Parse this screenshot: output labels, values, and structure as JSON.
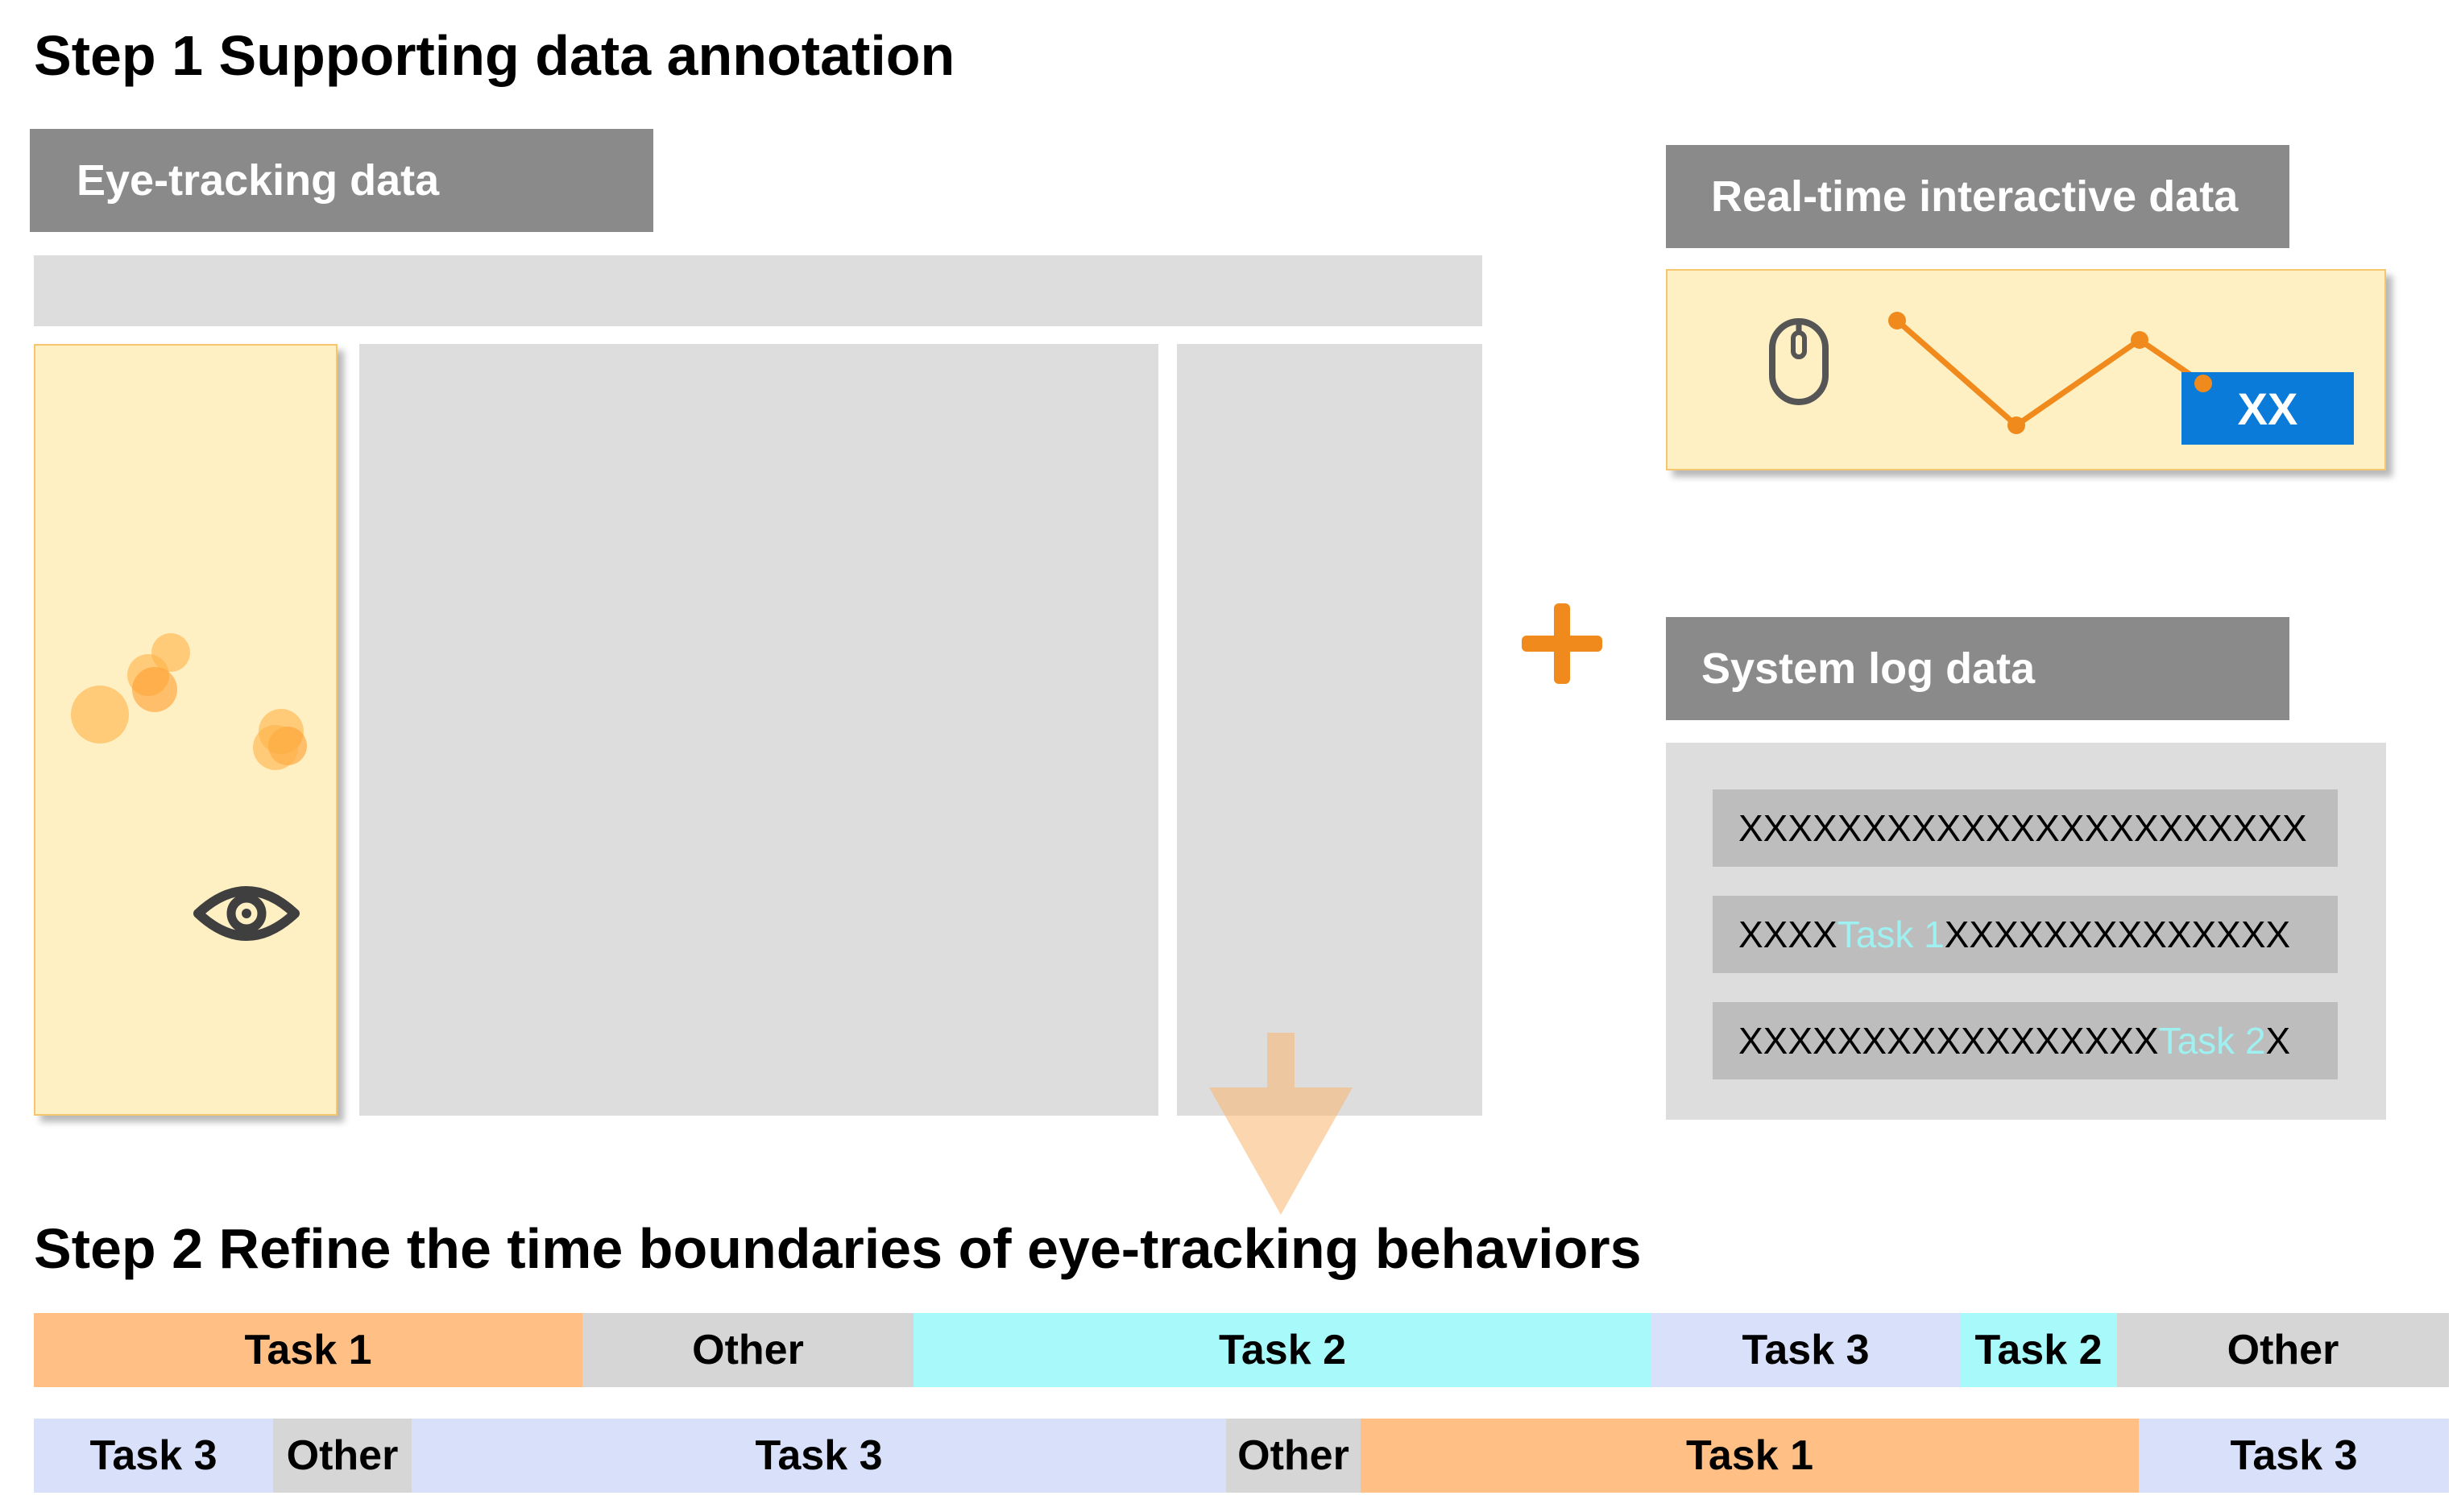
{
  "step1": {
    "title": "Step 1 Supporting data annotation"
  },
  "eye_tracking": {
    "label": "Eye-tracking data",
    "icon": "eye-icon"
  },
  "interactive": {
    "label": "Real-time interactive data",
    "button_label": "XX",
    "icon": "mouse-icon"
  },
  "syslog": {
    "label": "System log data",
    "rows": [
      {
        "pre": "XXXXXXXXXXXXXXXXXXXXXXX",
        "hl": "",
        "post": ""
      },
      {
        "pre": "XXXX",
        "hl": "Task 1",
        "post": "XXXXXXXXXXXXXX"
      },
      {
        "pre": "XXXXXXXXXXXXXXXXX",
        "hl": "Task 2",
        "post": "X"
      }
    ]
  },
  "step2": {
    "title": "Step 2 Refine the time boundaries of eye-tracking behaviors"
  },
  "timeline": {
    "row1": [
      {
        "label": "Task 1",
        "start": 0.0,
        "end": 0.2273,
        "color": "#ffbf85"
      },
      {
        "label": "Other",
        "start": 0.2273,
        "end": 0.3642,
        "color": "#d6d6d6"
      },
      {
        "label": "Task 2",
        "start": 0.3642,
        "end": 0.6697,
        "color": "#a8fafa"
      },
      {
        "label": "Task 3",
        "start": 0.6697,
        "end": 0.7974,
        "color": "#d9e1fa"
      },
      {
        "label": "Task 2",
        "start": 0.7974,
        "end": 0.8625,
        "color": "#a8fafa"
      },
      {
        "label": "Other",
        "start": 0.8625,
        "end": 1.0,
        "color": "#d6d6d6"
      }
    ],
    "row2": [
      {
        "label": "Task 3",
        "start": 0.0,
        "end": 0.099,
        "color": "#d9e1fa"
      },
      {
        "label": "Other",
        "start": 0.099,
        "end": 0.1563,
        "color": "#d6d6d6"
      },
      {
        "label": "Task 3",
        "start": 0.1563,
        "end": 0.4935,
        "color": "#d9e1fa"
      },
      {
        "label": "Other",
        "start": 0.4935,
        "end": 0.5495,
        "color": "#d6d6d6"
      },
      {
        "label": "Task 1",
        "start": 0.5495,
        "end": 0.8716,
        "color": "#ffbf85"
      },
      {
        "label": "Task 3",
        "start": 0.8716,
        "end": 1.0,
        "color": "#d9e1fa"
      }
    ]
  },
  "colors": {
    "accent": "#f08a1c",
    "header": "#8a8a8a",
    "panel": "#dddddd",
    "highlight": "#fff0c4",
    "button": "#0a7bd8"
  }
}
